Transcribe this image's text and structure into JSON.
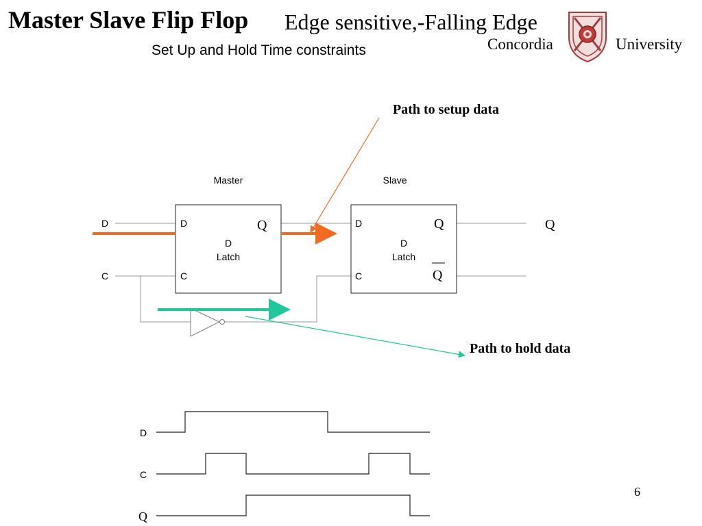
{
  "slide": {
    "title": "Master Slave Flip Flop",
    "subtitle": "Edge sensitive,-Falling Edge",
    "caption": "Set Up and Hold Time constraints",
    "page_number": "6"
  },
  "branding": {
    "left_word": "Concordia",
    "right_word": "University",
    "crest_icon": "concordia-crest-icon",
    "crest_color": "#a33a3a"
  },
  "circuit": {
    "master_label": "Master",
    "slave_label": "Slave",
    "input_d": "D",
    "input_c": "C",
    "output_q": "Q",
    "master_latch": {
      "pin_d": "D",
      "pin_c": "C",
      "out_q": "Q",
      "body_line1": "D",
      "body_line2": "Latch"
    },
    "slave_latch": {
      "pin_d": "D",
      "pin_c": "C",
      "out_q": "Q",
      "out_qbar": "Q",
      "body_line1": "D",
      "body_line2": "Latch"
    },
    "inverter_icon": "not-gate-icon"
  },
  "annotations": {
    "setup_path": "Path to setup data",
    "hold_path": "Path to hold data",
    "setup_color": "#f26b21",
    "hold_color": "#1fc79a"
  },
  "timing": {
    "signals": [
      "D",
      "C",
      "Q"
    ]
  }
}
